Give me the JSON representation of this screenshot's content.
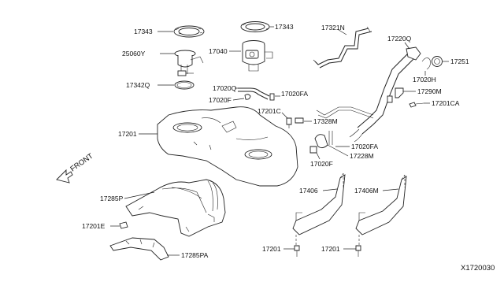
{
  "labels": {
    "p17343_left": "17343",
    "p17343_right": "17343",
    "p25060y": "25060Y",
    "p17040": "17040",
    "p17342q": "17342Q",
    "p17321n": "17321N",
    "p17220q": "17220Q",
    "p17251": "17251",
    "p17020h": "17020H",
    "p17020q": "17020Q",
    "p17020fa_top": "17020FA",
    "p17020f_top": "17020F",
    "p17290m": "17290M",
    "p17201ca": "17201CA",
    "p17201c": "17201C",
    "p17328m": "17328M",
    "p17201": "17201",
    "p17020fa_mid": "17020FA",
    "p17228m": "17228M",
    "p17020f_mid": "17020F",
    "p17406": "17406",
    "p17406m": "17406M",
    "p17285p": "17285P",
    "p17201e": "17201E",
    "p17285pa": "17285PA",
    "p17201_bl": "17201",
    "p17201_br": "17201",
    "front": "FRONT",
    "diagram_id": "X1720030"
  }
}
